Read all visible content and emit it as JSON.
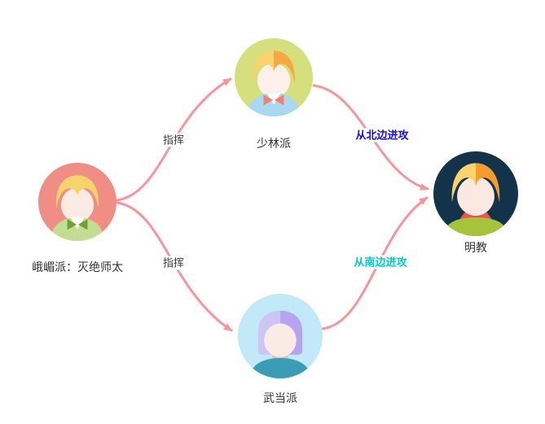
{
  "diagram": {
    "title": "faction-command-diagram",
    "nodes": {
      "emei": {
        "label": "峨嵋派：灭绝师太",
        "circle_color": "#ef8e85"
      },
      "shaolin": {
        "label": "少林派",
        "circle_color": "#d5e07c"
      },
      "wudang": {
        "label": "武当派",
        "circle_color": "#c2e9f8"
      },
      "mingjiao": {
        "label": "明教",
        "circle_color": "#123349"
      }
    },
    "edges": {
      "emei_shaolin": {
        "label": "指挥",
        "label_color": "#3d3d3d"
      },
      "emei_wudang": {
        "label": "指挥",
        "label_color": "#3d3d3d"
      },
      "shaolin_mingjiao": {
        "label": "从北边进攻",
        "label_color": "#0d0df0"
      },
      "wudang_mingjiao": {
        "label": "从南边进攻",
        "label_color": "#00cdc0"
      }
    },
    "style": {
      "edge_color": "#f8959a",
      "node_label_color": "#333333",
      "background": "#ffffff"
    }
  }
}
